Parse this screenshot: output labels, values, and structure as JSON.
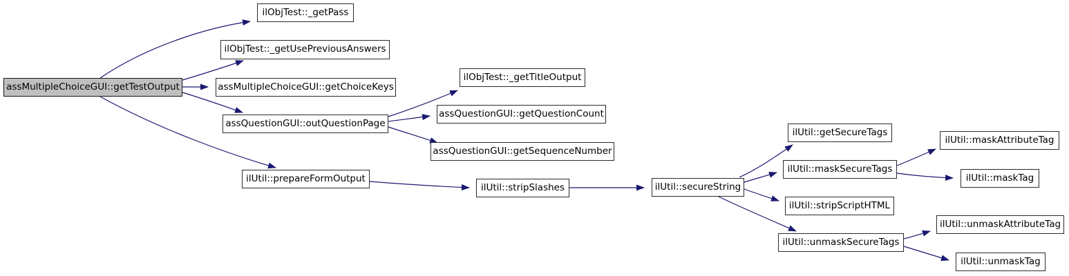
{
  "diagram": {
    "type": "call-graph",
    "colors": {
      "background": "#ffffff",
      "edge": "#191970",
      "node_border": "#2a2a2a",
      "node_fill": "#ffffff",
      "highlight_fill": "#bfbfbf",
      "text": "#000000"
    },
    "nodes": [
      {
        "id": "getTestOutput",
        "label": "assMultipleChoiceGUI::getTestOutput",
        "highlighted": true
      },
      {
        "id": "getPass",
        "label": "ilObjTest::_getPass",
        "highlighted": false
      },
      {
        "id": "getUsePreviousAnswers",
        "label": "ilObjTest::_getUsePreviousAnswers",
        "highlighted": false
      },
      {
        "id": "getChoiceKeys",
        "label": "assMultipleChoiceGUI::getChoiceKeys",
        "highlighted": false
      },
      {
        "id": "outQuestionPage",
        "label": "assQuestionGUI::outQuestionPage",
        "highlighted": false
      },
      {
        "id": "getTitleOutput",
        "label": "ilObjTest::_getTitleOutput",
        "highlighted": false
      },
      {
        "id": "getQuestionCount",
        "label": "assQuestionGUI::getQuestionCount",
        "highlighted": false
      },
      {
        "id": "getSequenceNumber",
        "label": "assQuestionGUI::getSequenceNumber",
        "highlighted": false
      },
      {
        "id": "prepareFormOutput",
        "label": "ilUtil::prepareFormOutput",
        "highlighted": false
      },
      {
        "id": "stripSlashes",
        "label": "ilUtil::stripSlashes",
        "highlighted": false
      },
      {
        "id": "secureString",
        "label": "ilUtil::secureString",
        "highlighted": false
      },
      {
        "id": "getSecureTags",
        "label": "ilUtil::getSecureTags",
        "highlighted": false
      },
      {
        "id": "maskSecureTags",
        "label": "ilUtil::maskSecureTags",
        "highlighted": false
      },
      {
        "id": "maskAttributeTag",
        "label": "ilUtil::maskAttributeTag",
        "highlighted": false
      },
      {
        "id": "maskTag",
        "label": "ilUtil::maskTag",
        "highlighted": false
      },
      {
        "id": "stripScriptHTML",
        "label": "ilUtil::stripScriptHTML",
        "highlighted": false
      },
      {
        "id": "unmaskSecureTags",
        "label": "ilUtil::unmaskSecureTags",
        "highlighted": false
      },
      {
        "id": "unmaskAttributeTag",
        "label": "ilUtil::unmaskAttributeTag",
        "highlighted": false
      },
      {
        "id": "unmaskTag",
        "label": "ilUtil::unmaskTag",
        "highlighted": false
      }
    ],
    "edges": [
      {
        "from": "getTestOutput",
        "to": "getPass"
      },
      {
        "from": "getTestOutput",
        "to": "getUsePreviousAnswers"
      },
      {
        "from": "getTestOutput",
        "to": "getChoiceKeys"
      },
      {
        "from": "getTestOutput",
        "to": "outQuestionPage"
      },
      {
        "from": "getTestOutput",
        "to": "prepareFormOutput"
      },
      {
        "from": "outQuestionPage",
        "to": "getTitleOutput"
      },
      {
        "from": "outQuestionPage",
        "to": "getQuestionCount"
      },
      {
        "from": "outQuestionPage",
        "to": "getSequenceNumber"
      },
      {
        "from": "prepareFormOutput",
        "to": "stripSlashes"
      },
      {
        "from": "stripSlashes",
        "to": "secureString"
      },
      {
        "from": "secureString",
        "to": "getSecureTags"
      },
      {
        "from": "secureString",
        "to": "maskSecureTags"
      },
      {
        "from": "secureString",
        "to": "stripScriptHTML"
      },
      {
        "from": "secureString",
        "to": "unmaskSecureTags"
      },
      {
        "from": "maskSecureTags",
        "to": "maskAttributeTag"
      },
      {
        "from": "maskSecureTags",
        "to": "maskTag"
      },
      {
        "from": "unmaskSecureTags",
        "to": "unmaskAttributeTag"
      },
      {
        "from": "unmaskSecureTags",
        "to": "unmaskTag"
      }
    ]
  }
}
